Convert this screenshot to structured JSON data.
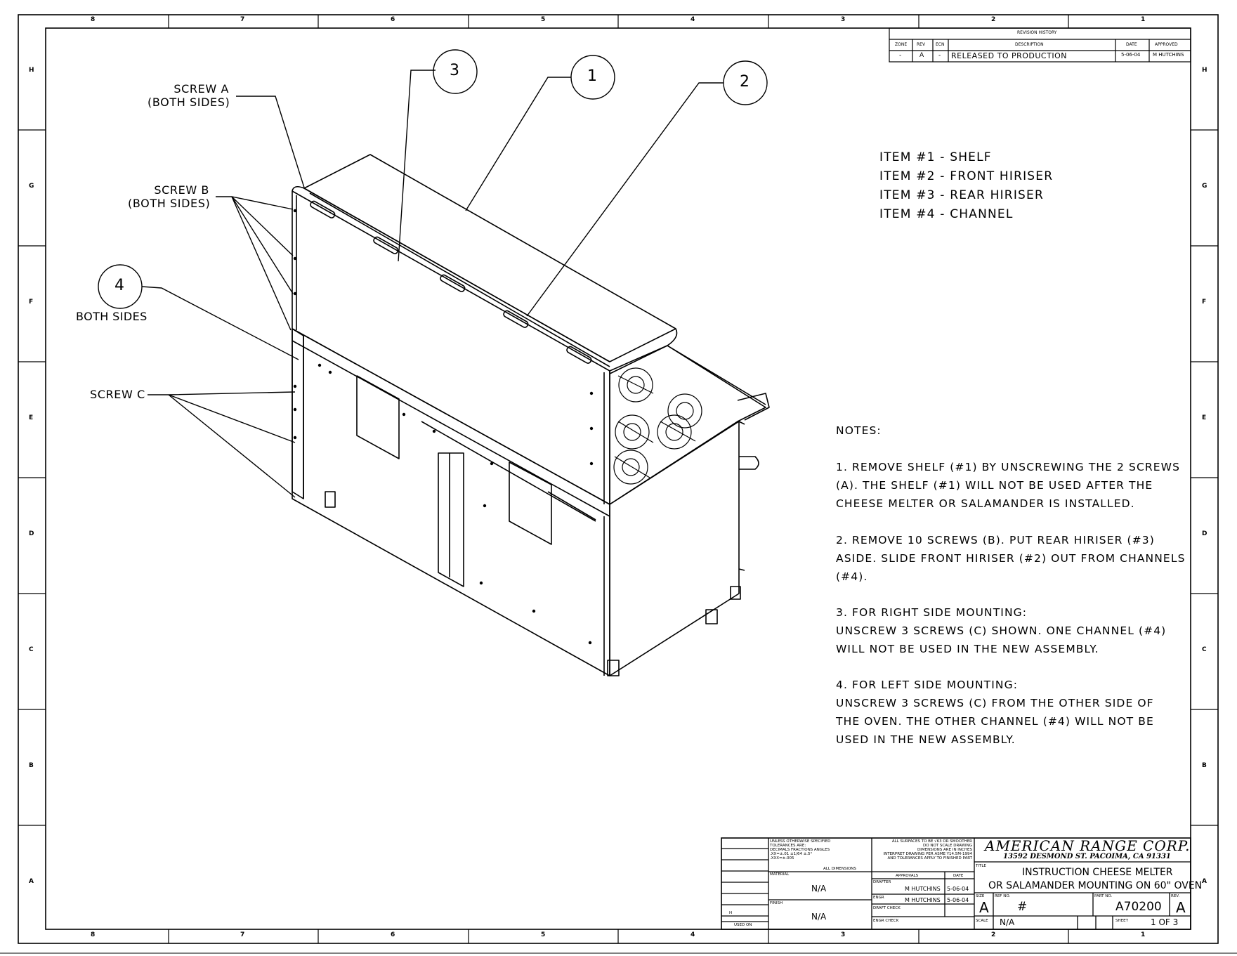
{
  "border": {
    "columns": [
      "8",
      "7",
      "6",
      "5",
      "4",
      "3",
      "2",
      "1"
    ],
    "rows": [
      "H",
      "G",
      "F",
      "E",
      "D",
      "C",
      "B",
      "A"
    ]
  },
  "revision_history": {
    "title": "REVISION HISTORY",
    "headers": [
      "ZONE",
      "REV",
      "ECN",
      "DESCRIPTION",
      "DATE",
      "APPROVED"
    ],
    "row": [
      "-",
      "A",
      "-",
      "RELEASED TO PRODUCTION",
      "5-06-04",
      "M HUTCHINS"
    ]
  },
  "items": [
    "ITEM #1 - SHELF",
    "ITEM #2 - FRONT HIRISER",
    "ITEM #3 - REAR HIRISER",
    "ITEM #4 - CHANNEL"
  ],
  "callouts": {
    "screw_a": [
      "SCREW A",
      "(BOTH SIDES)"
    ],
    "screw_b": [
      "SCREW B",
      "(BOTH SIDES)"
    ],
    "screw_c": "SCREW C",
    "both_sides": "BOTH SIDES",
    "bubbles": [
      "1",
      "2",
      "3",
      "4"
    ]
  },
  "notes": {
    "title": "NOTES:",
    "lines": [
      "1. REMOVE SHELF (#1) BY UNSCREWING THE 2 SCREWS",
      "(A). THE SHELF (#1) WILL NOT BE USED AFTER THE",
      "CHEESE MELTER OR SALAMANDER IS INSTALLED.",
      "2. REMOVE 10 SCREWS (B). PUT REAR HIRISER (#3)",
      "ASIDE. SLIDE FRONT HIRISER (#2) OUT FROM CHANNELS",
      "(#4).",
      "3. FOR RIGHT SIDE MOUNTING:",
      "UNSCREW 3 SCREWS (C) SHOWN. ONE CHANNEL (#4)",
      "WILL NOT BE USED IN THE NEW ASSEMBLY.",
      "4. FOR LEFT SIDE MOUNTING:",
      "UNSCREW 3 SCREWS (C) FROM THE OTHER SIDE OF",
      "THE OVEN. THE OTHER CHANNEL (#4) WILL NOT BE",
      "USED IN THE NEW ASSEMBLY."
    ]
  },
  "title_block": {
    "tolerances": [
      "UNLESS OTHERWISE SPECIFIED",
      "TOLERANCES ARE:",
      "DECIMALS  FRACTIONS  ANGLES",
      ".XX=±.01    ±1/64     ±.5°",
      ".XXX=±.005"
    ],
    "all_dimensions": "ALL DIMENSIONS",
    "surfaces": [
      "ALL SURFACES TO BE √63 OR SMOOTHER",
      "DO NOT SCALE DRAWING",
      "DIMENSIONS ARE IN INCHES",
      "INTERPRET DRAWING PER ASME Y14.5M-1994",
      "AND TOLERANCES APPLY TO FINISHED PART"
    ],
    "material_label": "MATERIAL",
    "material_value": "N/A",
    "finish_label": "FINISH",
    "finish_value": "N/A",
    "used_on": "USED ON",
    "h_mark": "H",
    "approvals": "APPROVALS",
    "date": "DATE",
    "drafter_label": "DRAFTER",
    "drafter": "M HUTCHINS",
    "drafter_date": "5-06-04",
    "engr_label": "ENGR",
    "engr": "M HUTCHINS",
    "engr_date": "5-06-04",
    "draft_check": "DRAFT CHECK",
    "engr_check": "ENGR CHECK",
    "company": "AMERICAN RANGE CORP.",
    "address": "13592 DESMOND ST. PACOIMA, CA 91331",
    "title_label": "TITLE",
    "title_lines": [
      "INSTRUCTION CHEESE MELTER",
      "OR SALAMANDER MOUNTING ON 60\" OVEN"
    ],
    "size_label": "SIZE",
    "size": "A",
    "ref_label": "REF NO.",
    "ref": "#",
    "part_label": "PART NO.",
    "part": "A70200",
    "rev_label": "REV.",
    "rev": "A",
    "scale_label": "SCALE",
    "scale": "N/A",
    "sheet_label": "SHEET",
    "sheet": "1 OF 3"
  }
}
